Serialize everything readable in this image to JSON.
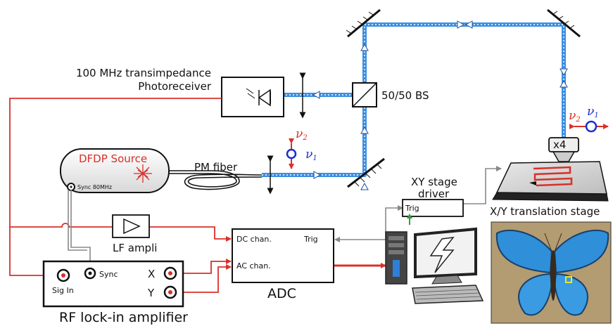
{
  "labels": {
    "photoreceiver_line1": "100 MHz transimpedance",
    "photoreceiver_line2": "Photoreceiver",
    "beamsplitter": "50/50 BS",
    "pm_fiber": "PM fiber",
    "dfdp_source": "DFDP Source",
    "sync_80mhz": "Sync 80MHz",
    "lf_ampli": "LF ampli",
    "lockin": "RF lock-in amplifier",
    "sig_in": "Sig In",
    "sync": "Sync",
    "x_out": "X",
    "y_out": "Y",
    "dc_chan": "DC chan.",
    "ac_chan": "AC chan.",
    "adc_trig": "Trig",
    "adc": "ADC",
    "xy_driver_line1": "XY stage",
    "xy_driver_line2": "driver",
    "driver_trig": "Trig",
    "translation_stage": "X/Y translation stage",
    "objective": "x4",
    "nu_symbol": "ν",
    "sub_1": "1",
    "sub_2": "2"
  },
  "colors": {
    "beam": "#3b8fe0",
    "beam_dots": "#ffffff",
    "rf_cable": "#d9302a",
    "signal_cable": "#888888",
    "source_text": "#d9302a",
    "nu1": "#1a2fd0",
    "nu2": "#d9302a",
    "trig_arrow": "#2e9e3a",
    "butterfly_blue": "#2f8fd8",
    "photo_bg": "#b39b72"
  },
  "icons": {
    "mirror": "mirror-icon",
    "photodiode": "photodiode-icon",
    "lens": "lens-icon",
    "amplifier": "amplifier-triangle-icon",
    "computer": "computer-icon",
    "butterfly": "butterfly-photo"
  }
}
